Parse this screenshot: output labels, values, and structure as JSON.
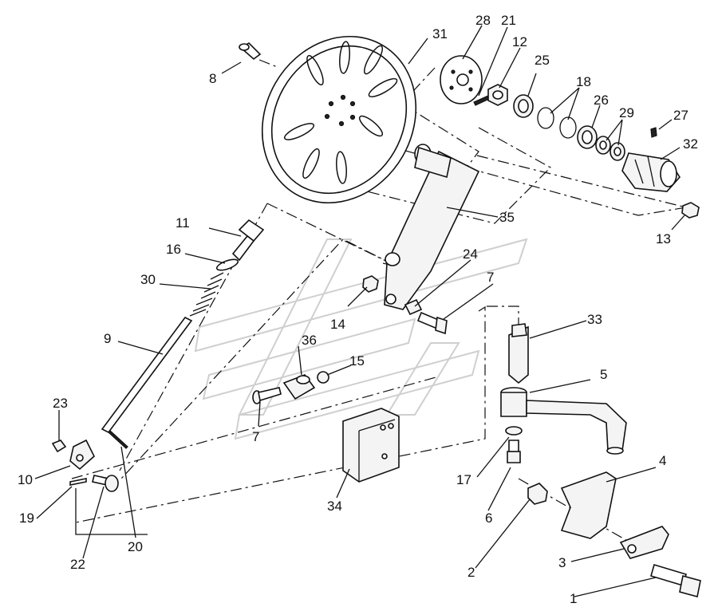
{
  "diagram": {
    "labels": [
      {
        "key": "p1",
        "text": "1"
      },
      {
        "key": "p2",
        "text": "2"
      },
      {
        "key": "p3",
        "text": "3"
      },
      {
        "key": "p4",
        "text": "4"
      },
      {
        "key": "p5",
        "text": "5"
      },
      {
        "key": "p6",
        "text": "6"
      },
      {
        "key": "p7a",
        "text": "7"
      },
      {
        "key": "p7b",
        "text": "7"
      },
      {
        "key": "p8",
        "text": "8"
      },
      {
        "key": "p9",
        "text": "9"
      },
      {
        "key": "p10",
        "text": "10"
      },
      {
        "key": "p11",
        "text": "11"
      },
      {
        "key": "p12",
        "text": "12"
      },
      {
        "key": "p13",
        "text": "13"
      },
      {
        "key": "p14",
        "text": "14"
      },
      {
        "key": "p15",
        "text": "15"
      },
      {
        "key": "p16",
        "text": "16"
      },
      {
        "key": "p17",
        "text": "17"
      },
      {
        "key": "p18",
        "text": "18"
      },
      {
        "key": "p19",
        "text": "19"
      },
      {
        "key": "p20",
        "text": "20"
      },
      {
        "key": "p21",
        "text": "21"
      },
      {
        "key": "p22",
        "text": "22"
      },
      {
        "key": "p23",
        "text": "23"
      },
      {
        "key": "p24",
        "text": "24"
      },
      {
        "key": "p25",
        "text": "25"
      },
      {
        "key": "p26",
        "text": "26"
      },
      {
        "key": "p27",
        "text": "27"
      },
      {
        "key": "p28",
        "text": "28"
      },
      {
        "key": "p29",
        "text": "29"
      },
      {
        "key": "p30",
        "text": "30"
      },
      {
        "key": "p31",
        "text": "31"
      },
      {
        "key": "p32",
        "text": "32"
      },
      {
        "key": "p33",
        "text": "33"
      },
      {
        "key": "p34",
        "text": "34"
      },
      {
        "key": "p35",
        "text": "35"
      },
      {
        "key": "p36",
        "text": "36"
      }
    ]
  }
}
